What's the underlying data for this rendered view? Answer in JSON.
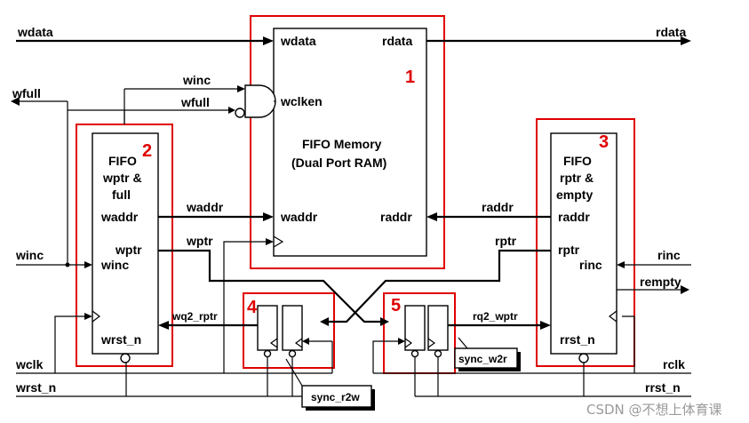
{
  "signals": {
    "wdata": "wdata",
    "rdata": "rdata",
    "winc_top": "winc",
    "wfull_gate": "wfull",
    "wfull_out": "wfull",
    "waddr": "waddr",
    "raddr": "raddr",
    "wptr": "wptr",
    "rptr": "rptr",
    "winc": "winc",
    "rinc": "rinc",
    "rempty": "rempty",
    "wq2_rptr": "wq2_rptr",
    "rq2_wptr": "rq2_wptr",
    "wclk": "wclk",
    "wrst_n": "wrst_n",
    "rclk": "rclk",
    "rrst_n": "rrst_n"
  },
  "memory": {
    "port_wdata": "wdata",
    "port_rdata": "rdata",
    "port_wclken": "wclken",
    "port_waddr": "waddr",
    "port_raddr": "raddr",
    "title_line1": "FIFO Memory",
    "title_line2": "(Dual Port RAM)",
    "number": "1"
  },
  "wptr_block": {
    "line1": "FIFO",
    "line2": "wptr &",
    "line3": "full",
    "port_waddr": "waddr",
    "port_wptr": "wptr",
    "port_winc": "winc",
    "port_wrst_n": "wrst_n",
    "number": "2"
  },
  "rptr_block": {
    "line1": "FIFO",
    "line2": "rptr &",
    "line3": "empty",
    "port_raddr": "raddr",
    "port_rptr": "rptr",
    "port_rinc": "rinc",
    "port_rrst_n": "rrst_n",
    "number": "3"
  },
  "sync_r2w": {
    "label": "sync_r2w",
    "number": "4"
  },
  "sync_w2r": {
    "label": "sync_w2r",
    "number": "5"
  },
  "watermark": "CSDN @不想上体育课"
}
